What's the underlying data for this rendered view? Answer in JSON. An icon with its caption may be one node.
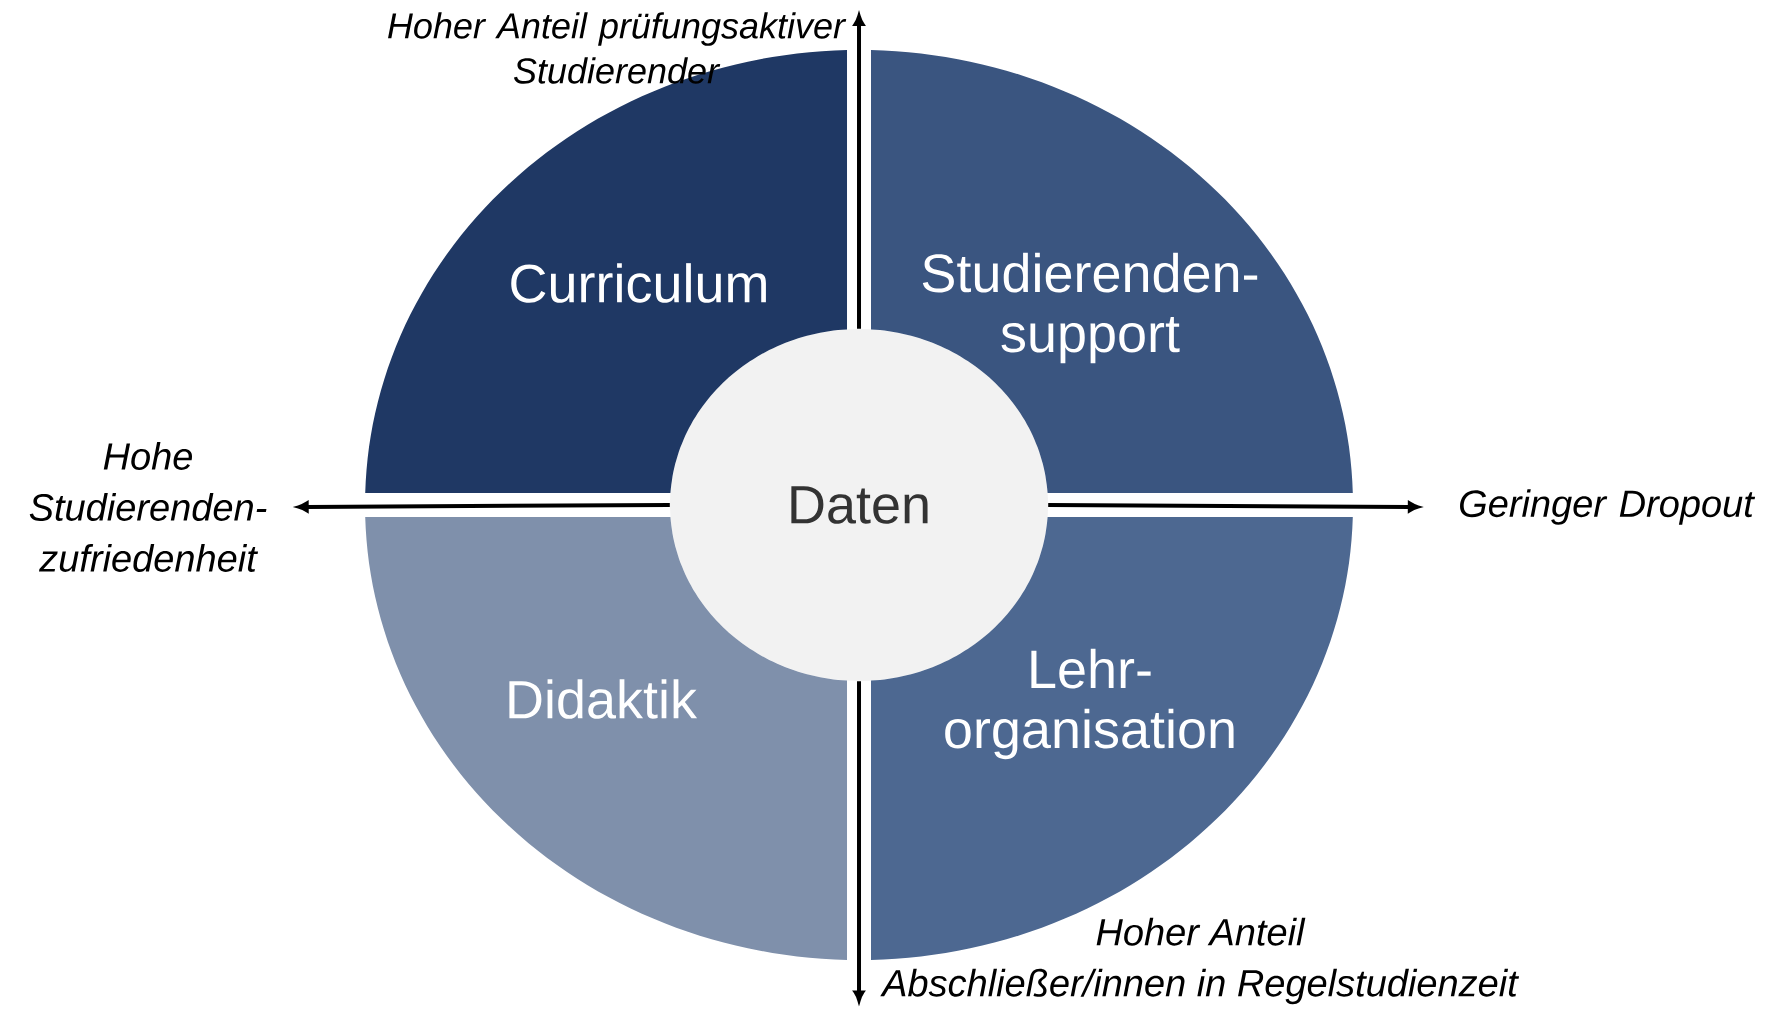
{
  "diagram": {
    "nodes": [
      {
        "text": [
          "Daten"
        ]
      },
      {
        "text": [
          "Curriculum"
        ]
      },
      {
        "text": [
          "Studierenden-support"
        ]
      },
      {
        "text": [
          "Didaktik"
        ]
      },
      {
        "text": [
          "Lehr-organisation"
        ]
      },
      {
        "text": [
          "Hoher Anteil prüfungsaktiver Studierender"
        ]
      },
      {
        "text": [
          "Hohe Studierenden-zufriedenheit"
        ]
      },
      {
        "text": [
          "Geringer Dropout"
        ]
      },
      {
        "text": [
          "Hoher Anteil Abschließer/innen in Regelstudienzeit"
        ]
      }
    ],
    "edges": [
      {
        "from": 0,
        "to": 5,
        "arrow": "to"
      },
      {
        "from": 0,
        "to": 6,
        "arrow": "to"
      },
      {
        "from": 0,
        "to": 7,
        "arrow": "to"
      },
      {
        "from": 0,
        "to": 8,
        "arrow": "to"
      }
    ]
  }
}
